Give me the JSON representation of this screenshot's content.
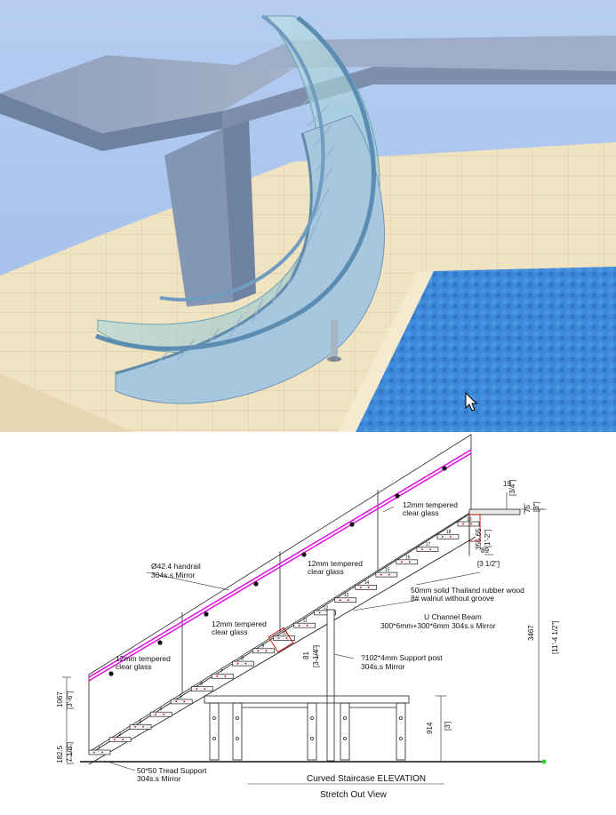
{
  "render": {
    "cursor_icon": "mouse-pointer-icon",
    "colors": {
      "sky": "#a7c3ec",
      "deck": "#efe2bf",
      "pool": "#3d88d6",
      "concrete": "#8e9fbb",
      "glass": "#bfe6e3"
    }
  },
  "drawing": {
    "caption_title": "Curved Staircase ELEVATION",
    "caption_subtitle": "Stretch Out View",
    "annotations": {
      "glass_top": [
        "12mm tempered",
        "clear glass"
      ],
      "glass_upper": [
        "12mm tempered",
        "clear glass"
      ],
      "glass_mid": [
        "12mm tempered",
        "clear glass"
      ],
      "glass_low": [
        "12mm tempered",
        "clear glass"
      ],
      "handrail": [
        "Ø42.4 handrail",
        "304s.s Mirror"
      ],
      "tread": [
        "50mm solid Thailand rubber wood",
        "8# walnut without groove"
      ],
      "beam": [
        "U Channel Beam",
        "300*6mm+300*6mm 304s.s Mirror"
      ],
      "post": [
        "?102*4mm Support post",
        "304s.s Mirror"
      ],
      "tread_support": [
        "50*50 Tread Support",
        "304s.s Mirror"
      ]
    },
    "dimensions": {
      "top_thickness": "19",
      "top_thickness_imp": "[3/4\"]",
      "top_overall": "75",
      "top_overall_imp": "[3\"]",
      "riser": "355.65",
      "riser_imp": "[1'-2\"]",
      "tread_depth": "89",
      "tread_depth_imp": "[3 1/2\"]",
      "total_height": "3467",
      "total_height_imp": "[11'-4 1/2\"]",
      "rail_height": "1067",
      "rail_height_imp": "[3'-6\"]",
      "base": "182.5",
      "base_imp": "[7 1/8\"]",
      "post_mark": "81",
      "post_mark_imp": "[3 1/4\"]",
      "cabinet_height": "914",
      "cabinet_height_imp": "[3']"
    },
    "tread_numbers": [
      "1",
      "2",
      "3",
      "4",
      "5",
      "6",
      "7",
      "8",
      "9",
      "10",
      "11",
      "12",
      "13",
      "14",
      "15",
      "16",
      "17",
      "18",
      "19"
    ]
  }
}
